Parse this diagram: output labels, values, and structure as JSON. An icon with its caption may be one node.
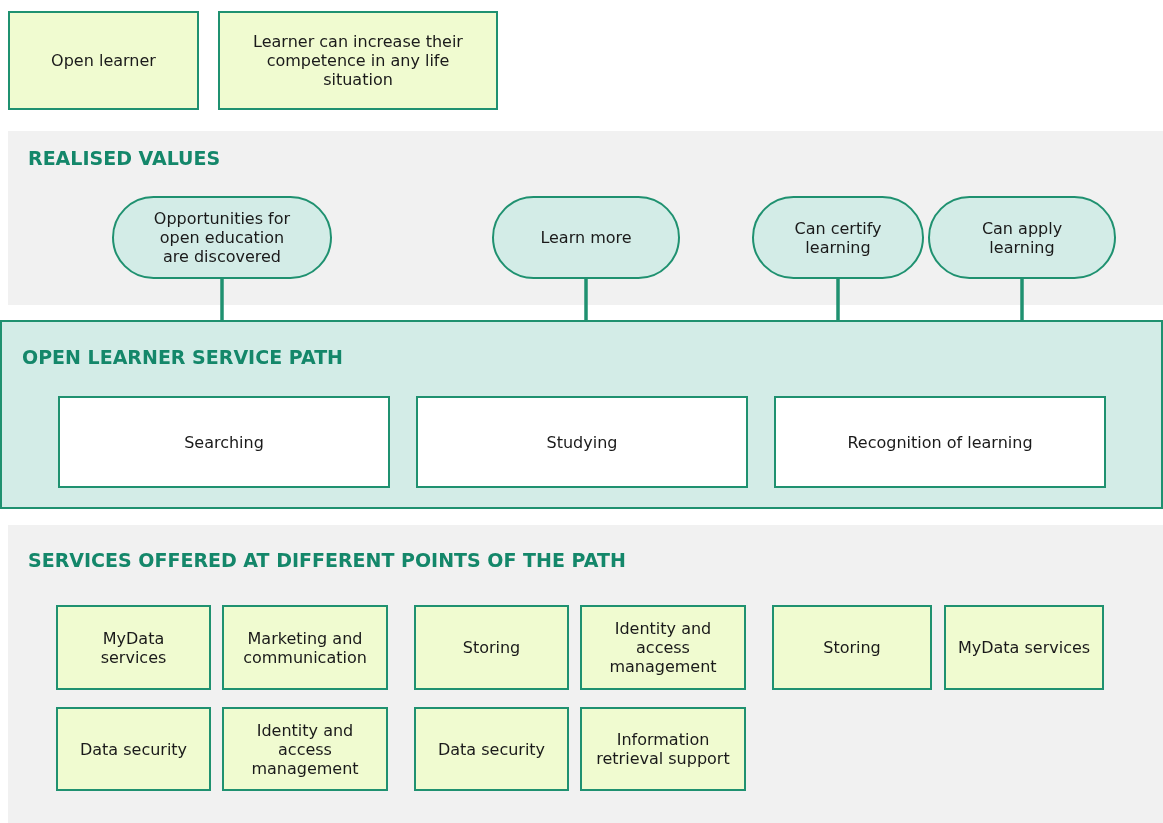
{
  "diagram": {
    "nodes": [
      {
        "text": [
          "Open learner"
        ]
      },
      {
        "text": [
          "Learner can increase their competence in any life situation"
        ]
      },
      {
        "text": [
          "REALISED VALUES"
        ]
      },
      {
        "text": [
          "Opportunities for open education are discovered"
        ],
        "in": 2
      },
      {
        "text": [
          "Learn more"
        ],
        "in": 2
      },
      {
        "text": [
          "Can certify learning"
        ],
        "in": 2
      },
      {
        "text": [
          "Can apply learning"
        ],
        "in": 2
      },
      {
        "text": [
          "OPEN LEARNER SERVICE PATH"
        ]
      },
      {
        "text": [
          "Searching"
        ],
        "in": 7
      },
      {
        "text": [
          "Studying"
        ],
        "in": 7
      },
      {
        "text": [
          "Recognition of learning"
        ],
        "in": 7
      },
      {
        "text": [
          "SERVICES OFFERED AT DIFFERENT POINTS OF THE PATH"
        ]
      },
      {
        "text": [
          "MyData services"
        ],
        "in": 11
      },
      {
        "text": [
          "Marketing and communication"
        ],
        "in": 11
      },
      {
        "text": [
          "Storing"
        ],
        "in": 11
      },
      {
        "text": [
          "Identity and access management"
        ],
        "in": 11
      },
      {
        "text": [
          "Storing"
        ],
        "in": 11
      },
      {
        "text": [
          "MyData services"
        ],
        "in": 11
      },
      {
        "text": [
          "Data security"
        ],
        "in": 11
      },
      {
        "text": [
          "Identity and access management"
        ],
        "in": 11
      },
      {
        "text": [
          "Data security"
        ],
        "in": 11
      },
      {
        "text": [
          "Information retrieval support"
        ],
        "in": 11
      }
    ],
    "edges": [
      {
        "from": 3,
        "to": 7,
        "arrow": "none"
      },
      {
        "from": 4,
        "to": 7,
        "arrow": "none"
      },
      {
        "from": 5,
        "to": 7,
        "arrow": "none"
      },
      {
        "from": 6,
        "to": 7,
        "arrow": "none"
      }
    ]
  }
}
